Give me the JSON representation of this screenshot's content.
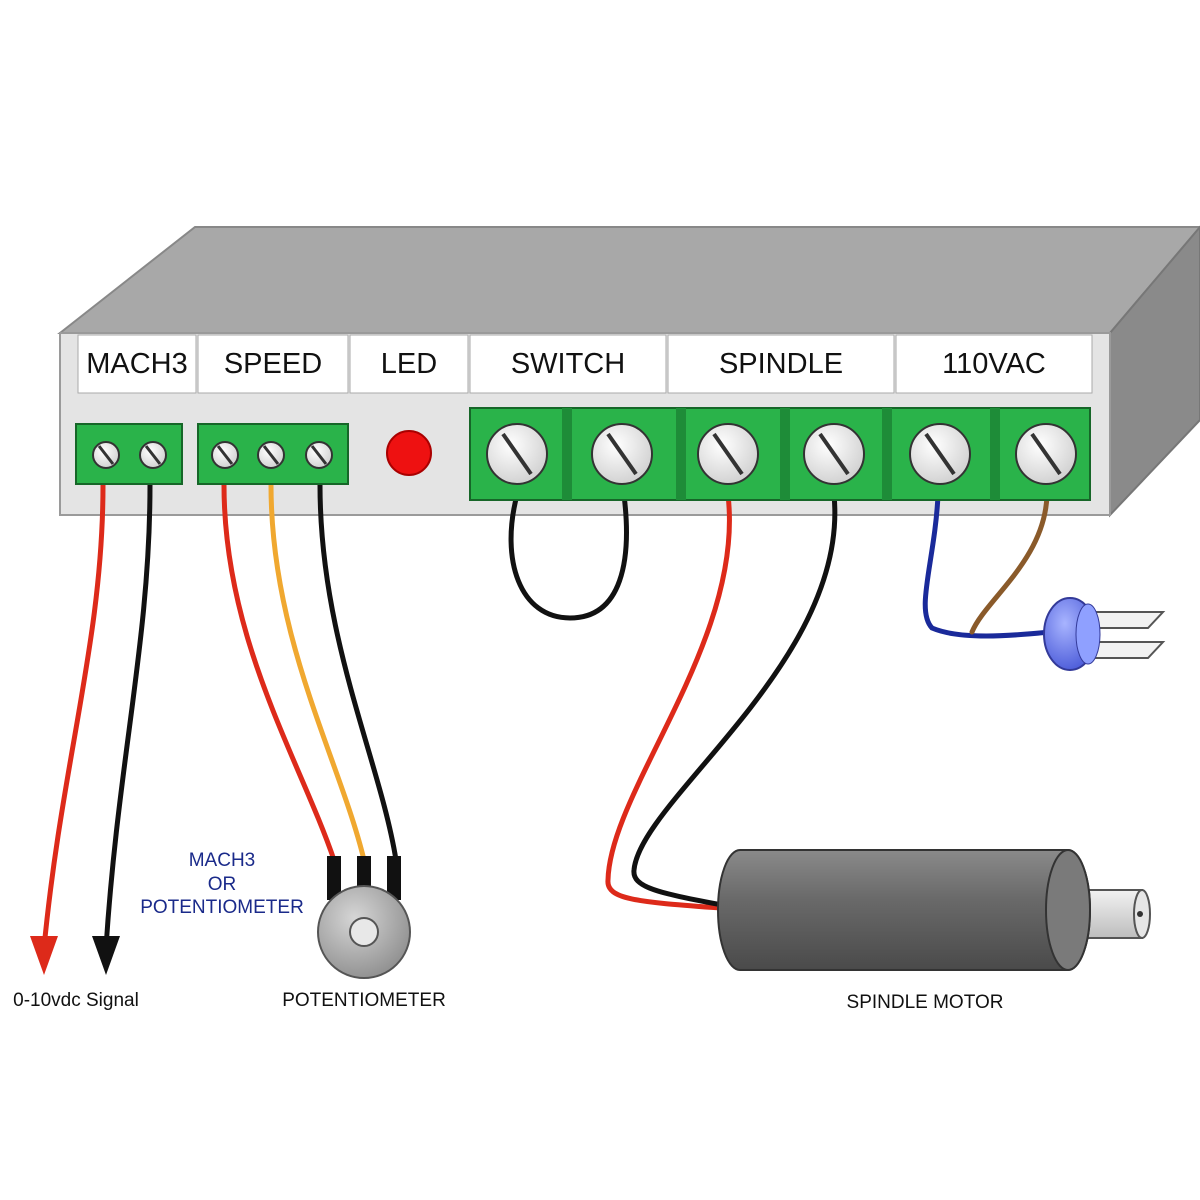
{
  "panel_labels": [
    "MACH3",
    "SPEED",
    "LED",
    "SWITCH",
    "SPINDLE",
    "110VAC"
  ],
  "captions": {
    "signal": "0-10vdc Signal",
    "potentiometer": "POTENTIOMETER",
    "spindle_motor": "SPINDLE MOTOR",
    "note_line1": "MACH3",
    "note_line2": "OR",
    "note_line3": "POTENTIOMETER"
  },
  "colors": {
    "box_top": "#a8a8a8",
    "box_side": "#8a8a8a",
    "box_front": "#e4e4e4",
    "terminal_green": "#2ab34a",
    "led_red": "#ee1111",
    "wire_red": "#dd2a1a",
    "wire_black": "#111111",
    "wire_orange": "#f0a830",
    "wire_blue": "#1a2a9a",
    "wire_brown": "#8a5a2a",
    "motor_body": "#666666",
    "plug_blue": "#6677ee"
  }
}
